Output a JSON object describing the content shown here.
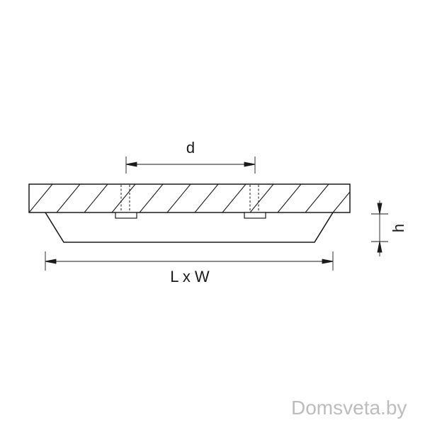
{
  "labels": {
    "spacing": "d",
    "size": "L x W",
    "height": "h"
  },
  "watermark": "Domsveta.by",
  "colors": {
    "line": "#1a1a1a",
    "watermark": "#bdbdbd"
  }
}
